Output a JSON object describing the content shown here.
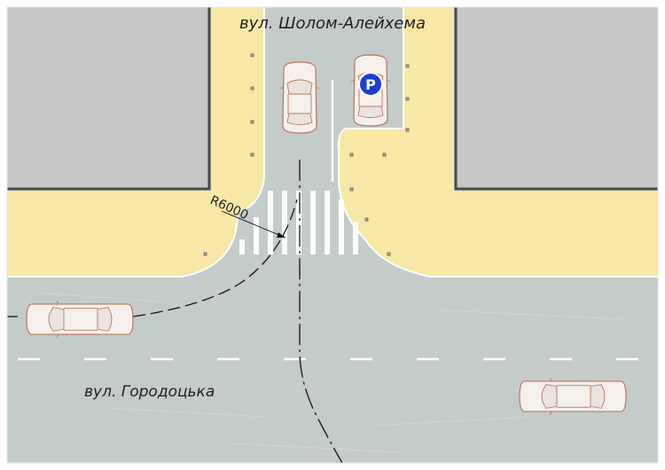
{
  "streets": {
    "north": "вул. Шолом-Алейхема",
    "main": "вул. Городоцька"
  },
  "annotation": {
    "turn_radius": "R6000"
  },
  "parking_sign": {
    "letter": "P",
    "color": "#1f3fd0"
  },
  "colors": {
    "road": "#c4ccca",
    "sidewalk": "#f8e8a6",
    "building": "#c7c7c7",
    "building_edge": "#4a4a4a",
    "car_outline": "#b8755a",
    "car_body": "#f6f0eb",
    "marking": "#ffffff",
    "path_line": "#111111"
  }
}
